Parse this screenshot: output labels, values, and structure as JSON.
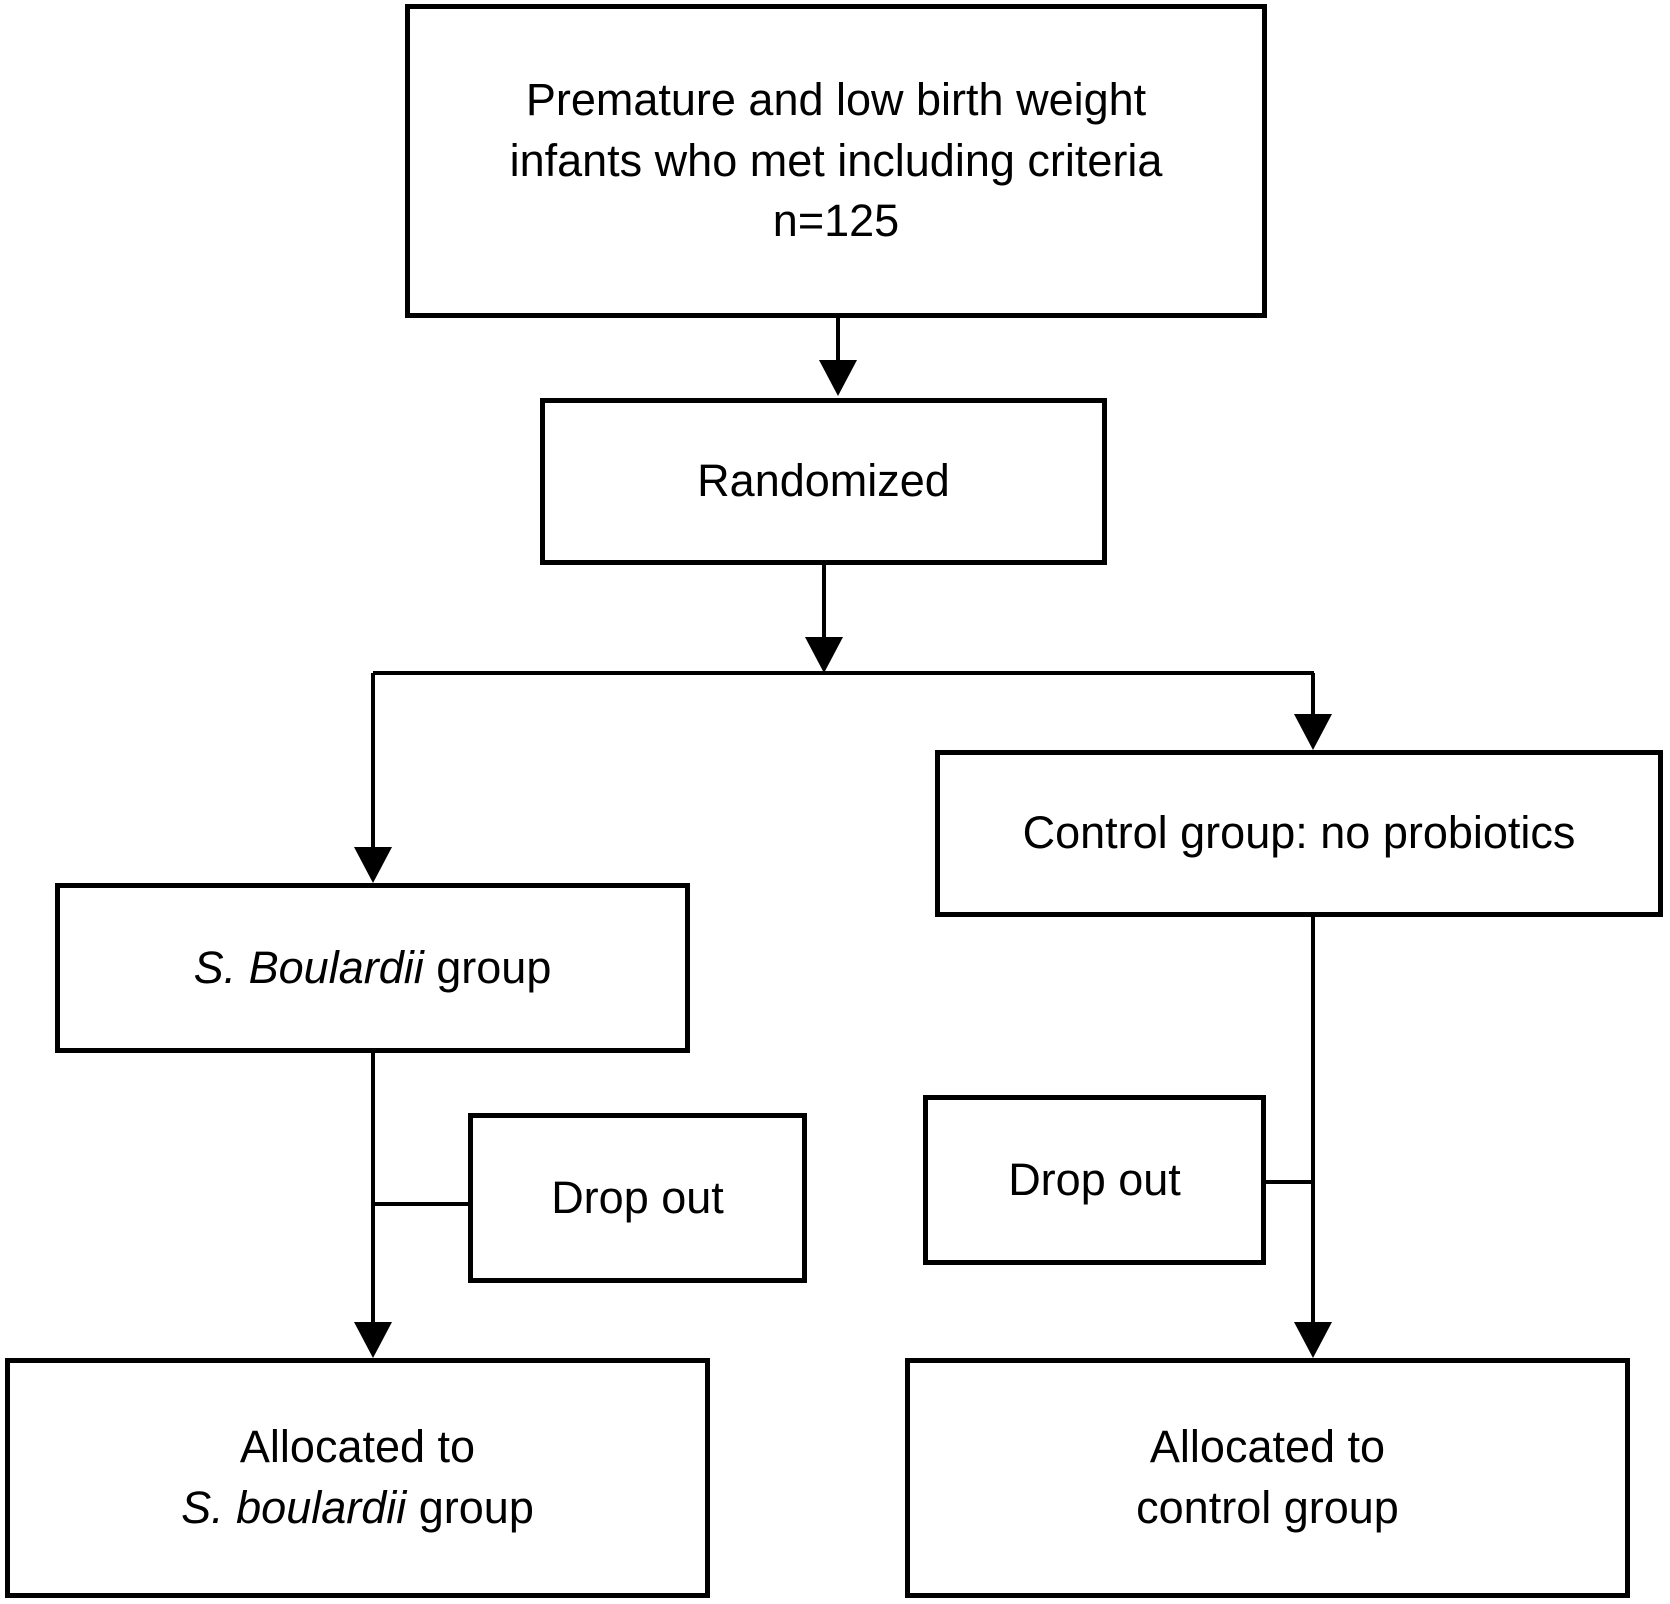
{
  "diagram": {
    "background_color": "#ffffff",
    "line_color": "#000000",
    "nodes": {
      "eligible": {
        "line1": "Premature and low birth weight",
        "line2": "infants who met including criteria",
        "line3": "n=125"
      },
      "randomized": {
        "label": "Randomized"
      },
      "sboulardii_group": {
        "name_italic": "S. Boulardii",
        "name_rest": " group"
      },
      "control_group": {
        "label": "Control group: no probiotics"
      },
      "dropout_left": {
        "label": "Drop out"
      },
      "dropout_right": {
        "label": "Drop out"
      },
      "allocated_sboulardii": {
        "line1": "Allocated to",
        "line2_italic": "S. boulardii",
        "line2_rest": " group"
      },
      "allocated_control": {
        "line1": "Allocated to",
        "line2": "control group"
      }
    }
  }
}
